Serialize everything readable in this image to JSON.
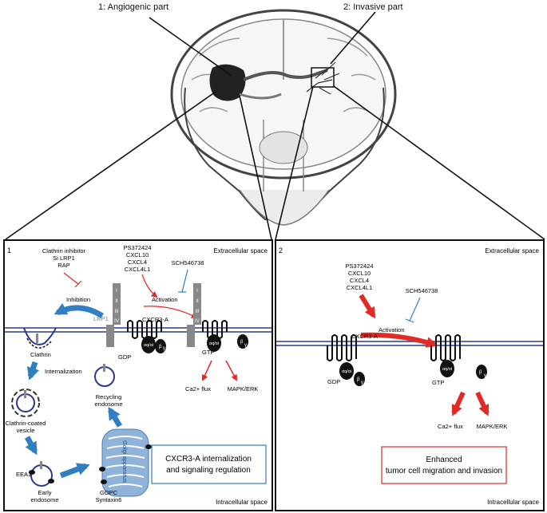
{
  "callouts": {
    "angiogenic": "1: Angiogenic part",
    "invasive": "2: Invasive part"
  },
  "panel1": {
    "number": "1",
    "extracellular": "Extracellular space",
    "intracellular": "Intracellular space",
    "inhibitors": [
      "Clathrin inhibitor",
      "Si LRP1",
      "RAP"
    ],
    "inhibition": "Inhibition",
    "ligands": [
      "PS372424",
      "CXCL10",
      "CXCL4",
      "CXCL4L1"
    ],
    "antagonist": "SCH546738",
    "activation": "Activation",
    "lrp1": "LRP1",
    "lrp1_domains": [
      "I",
      "II",
      "III",
      "IV"
    ],
    "receptor": "CXCR3-A",
    "clathrin": "Clathrin",
    "internalization": "Internalization",
    "gdp": "GDP",
    "gtp": "GTP",
    "alpha": "αq/αi",
    "beta": "β",
    "gamma": "γ",
    "ca_flux": "Ca2+ flux",
    "mapk": "MAPK/ERK",
    "coated_vesicle": [
      "Clathrin-coated",
      "vesicle"
    ],
    "recycling": [
      "Recycling",
      "endosome"
    ],
    "eea1": "EEA1",
    "early_endosome": [
      "Early",
      "endosome"
    ],
    "golgi": "Golgi apparatus",
    "gopc": [
      "GOPC",
      "Syntaxin6"
    ],
    "summary": [
      "CXCR3-A internalization",
      "and signaling regulation"
    ]
  },
  "panel2": {
    "number": "2",
    "extracellular": "Extracellular space",
    "intracellular": "Intracellular space",
    "ligands": [
      "PS372424",
      "CXCL10",
      "CXCL4",
      "CXCL4L1"
    ],
    "antagonist": "SCH546738",
    "activation": "Activation",
    "receptor": "CXCR3-A",
    "gdp": "GDP",
    "gtp": "GTP",
    "alpha": "αq/αi",
    "beta": "β",
    "gamma": "γ",
    "ca_flux": "Ca2+ flux",
    "mapk": "MAPK/ERK",
    "summary": [
      "Enhanced",
      "tumor cell migration and invasion"
    ]
  },
  "colors": {
    "blue_arrow": "#2f7fc1",
    "red_arrow": "#e02a27",
    "membrane": "#2a3a8c",
    "summary1_border": "#2f7fc1",
    "summary2_border": "#e02a27"
  }
}
